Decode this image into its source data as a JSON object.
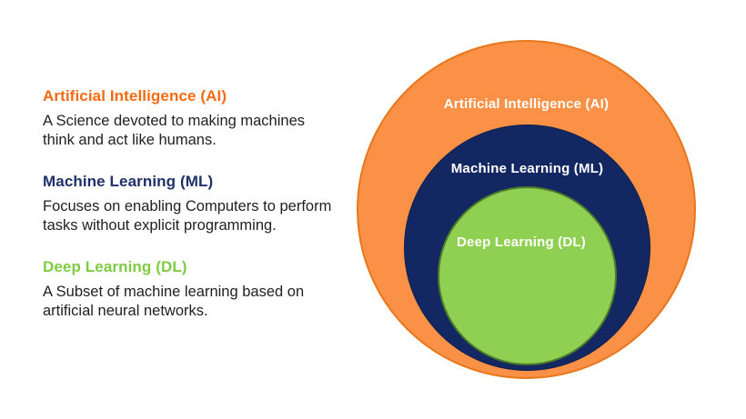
{
  "slide": {
    "background": "#FFFFFF"
  },
  "legend": {
    "body_color": "#212121",
    "items": [
      {
        "title": "Artificial Intelligence (AI)",
        "title_color": "#F76A10",
        "lines": [
          "A Science devoted to making machines",
          "think and act like humans."
        ]
      },
      {
        "title": "Machine Learning (ML)",
        "title_color": "#1F3168",
        "lines": [
          "Focuses on enabling Computers to perform",
          "tasks without explicit programming."
        ]
      },
      {
        "title": "Deep Learning (DL)",
        "title_color": "#7FCB44",
        "lines": [
          "A Subset of machine learning based on",
          "artificial neural networks."
        ]
      }
    ]
  },
  "diagram": {
    "type": "nested-circles",
    "label_color": "#FFFFFF",
    "circles": [
      {
        "label": "Artificial Intelligence (AI)",
        "fill": "#FA9147",
        "stroke": "#E9761B"
      },
      {
        "label": "Machine Learning (ML)",
        "fill": "#132862",
        "stroke": "#0D1F4F"
      },
      {
        "label": "Deep Learning (DL)",
        "fill": "#8FD052",
        "stroke": "#4C7A28"
      }
    ]
  }
}
